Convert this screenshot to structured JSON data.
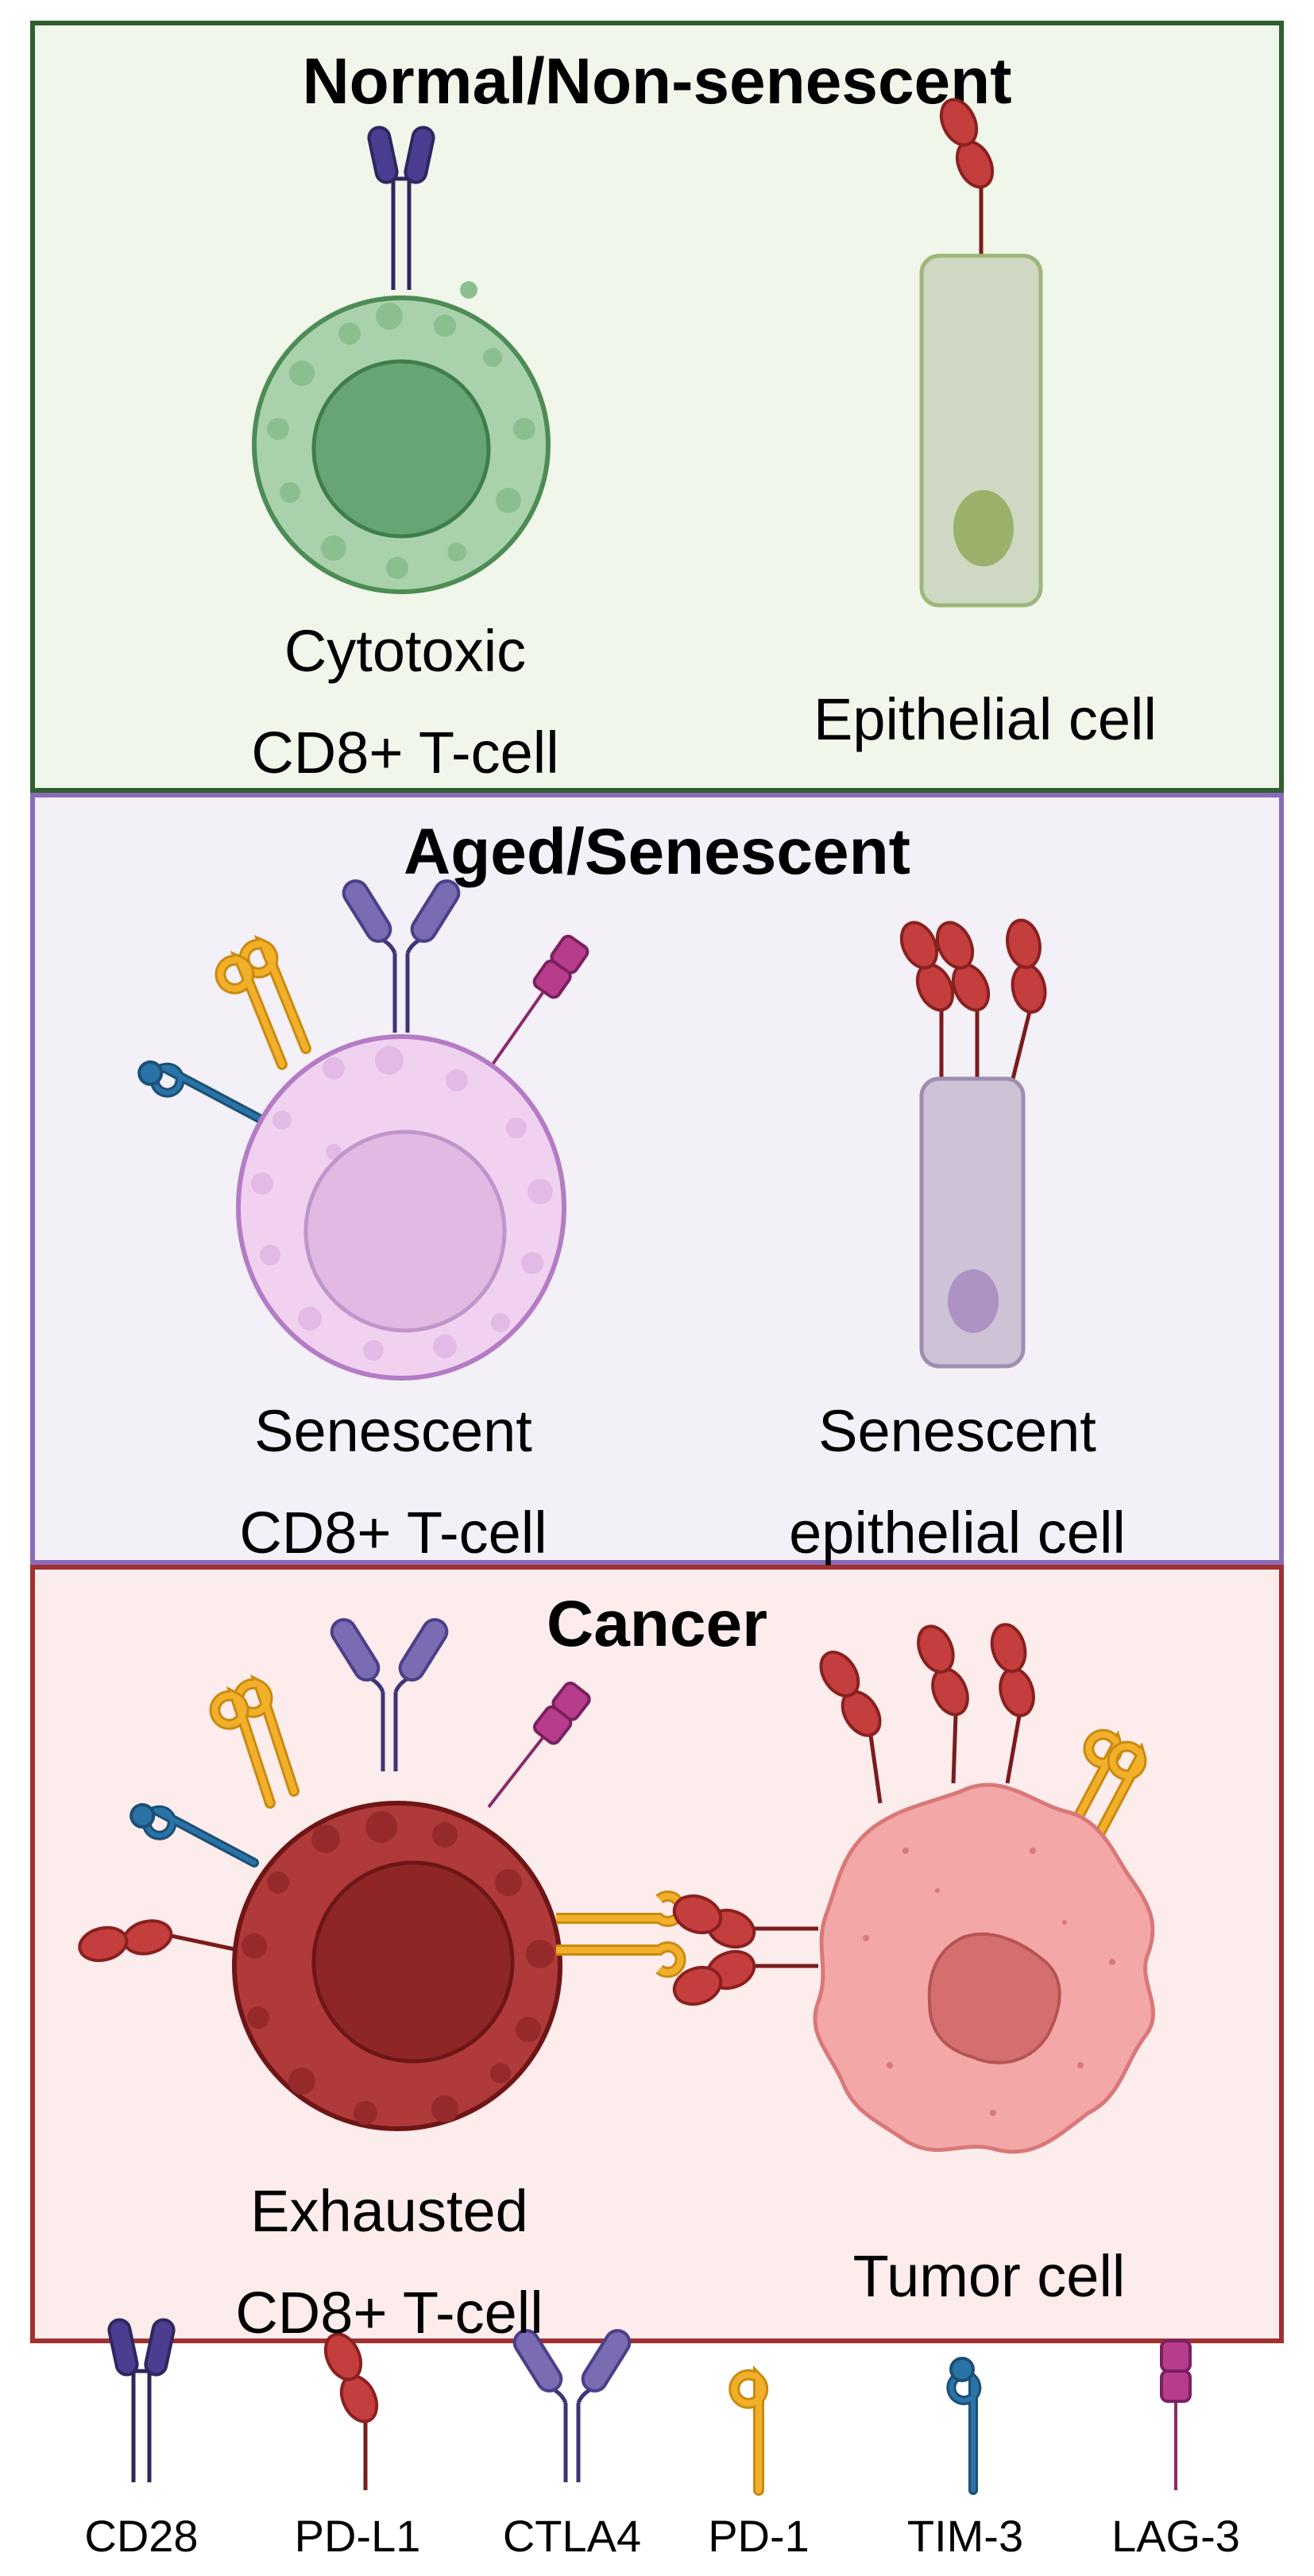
{
  "panels": [
    {
      "title": "Normal/Non-senescent",
      "border": "#2f5f30",
      "fill": "#f1f6ea",
      "cells": [
        {
          "lines": [
            "Cytotoxic",
            "CD8+ T-cell"
          ]
        },
        {
          "lines": [
            "Epithelial cell"
          ]
        }
      ]
    },
    {
      "title": "Aged/Senescent",
      "border": "#8a6bb8",
      "fill": "#f4f0f7",
      "cells": [
        {
          "lines": [
            "Senescent",
            "CD8+ T-cell"
          ]
        },
        {
          "lines": [
            "Senescent",
            "epithelial cell"
          ]
        }
      ]
    },
    {
      "title": "Cancer",
      "border": "#a03030",
      "fill": "#fcecec",
      "cells": [
        {
          "lines": [
            "Exhausted",
            "CD8+ T-cell"
          ]
        },
        {
          "lines": [
            "Tumor cell"
          ]
        }
      ]
    }
  ],
  "legend": [
    {
      "label": "CD28",
      "icon": "cd28-receptor-icon",
      "color": "#4b3d8f"
    },
    {
      "label": "PD-L1",
      "icon": "pd-l1-ligand-icon",
      "color": "#c43e3e"
    },
    {
      "label": "CTLA4",
      "icon": "ctla4-receptor-icon",
      "color": "#7a6bb3"
    },
    {
      "label": "PD-1",
      "icon": "pd-1-receptor-icon",
      "color": "#f2b02a"
    },
    {
      "label": "TIM-3",
      "icon": "tim-3-receptor-icon",
      "color": "#2a73a6"
    },
    {
      "label": "LAG-3",
      "icon": "lag-3-receptor-icon",
      "color": "#b73d8c"
    }
  ]
}
